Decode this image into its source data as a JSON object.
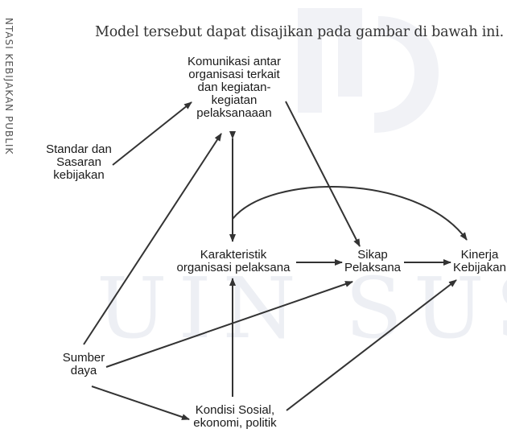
{
  "side_caption": "NTASI KEBIJAKAN PUBLIK",
  "intro_text": "Model tersebut dapat disajikan pada gambar di bawah ini.",
  "watermark": {
    "text": "UIN SUSKA R",
    "color": "#dfe3ec"
  },
  "nodes": {
    "komunikasi": {
      "lines": [
        "Komunikasi antar",
        "organisasi terkait",
        "dan kegiatan-",
        "kegiatan",
        "pelaksanaaan"
      ]
    },
    "standar": {
      "lines": [
        "Standar dan",
        "Sasaran",
        "kebijakan"
      ]
    },
    "karakteristik": {
      "lines": [
        "Karakteristik",
        "organisasi pelaksana"
      ]
    },
    "sikap": {
      "lines": [
        "Sikap",
        "Pelaksana"
      ]
    },
    "kinerja": {
      "lines": [
        "Kinerja",
        "Kebijakan"
      ]
    },
    "sumber": {
      "lines": [
        "Sumber",
        "daya"
      ]
    },
    "kondisi": {
      "lines": [
        "Kondisi Sosial,",
        "ekonomi, politik"
      ]
    }
  },
  "colors": {
    "arrow": "#333333",
    "text": "#1a1a1a"
  }
}
